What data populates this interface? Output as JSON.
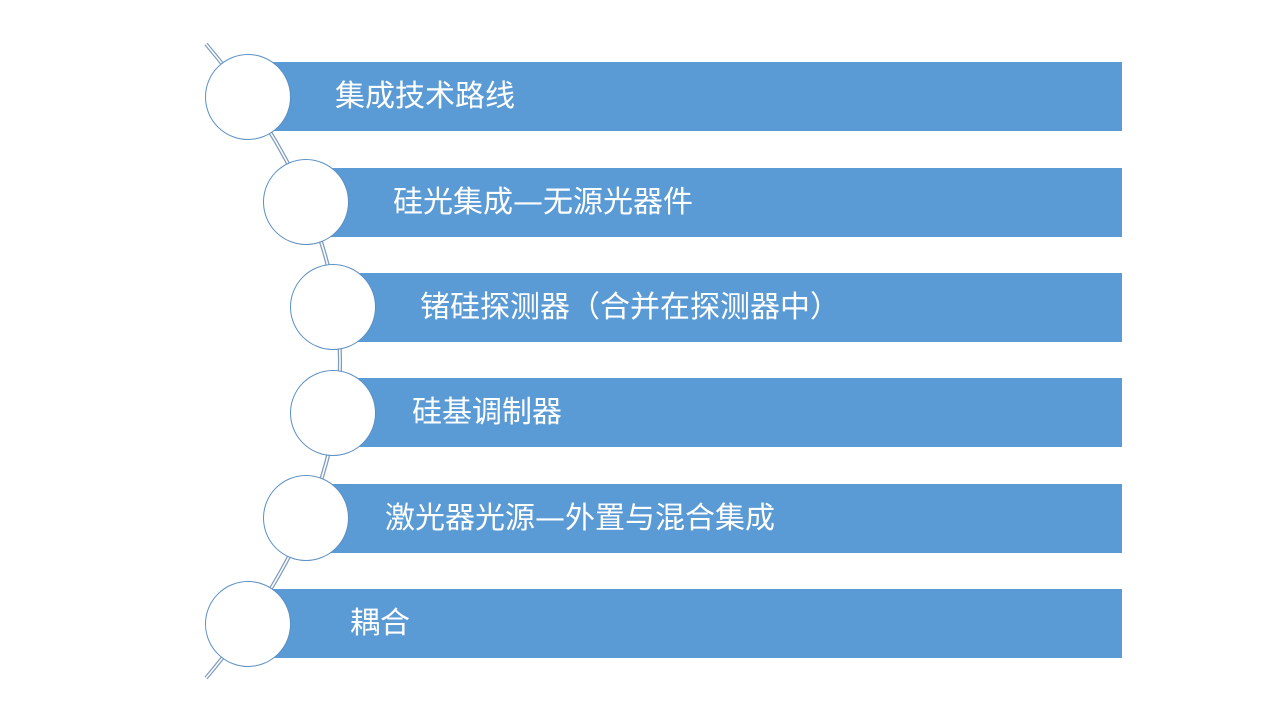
{
  "diagram": {
    "items": [
      {
        "label": "集成技术路线"
      },
      {
        "label": "硅光集成—无源光器件"
      },
      {
        "label": "锗硅探测器（合并在探测器中）"
      },
      {
        "label": "硅基调制器"
      },
      {
        "label": "激光器光源—外置与混合集成"
      },
      {
        "label": "耦合"
      }
    ],
    "colors": {
      "bar": "#5b9bd5",
      "circle_border": "#5b8fc4",
      "text": "#ffffff"
    }
  }
}
